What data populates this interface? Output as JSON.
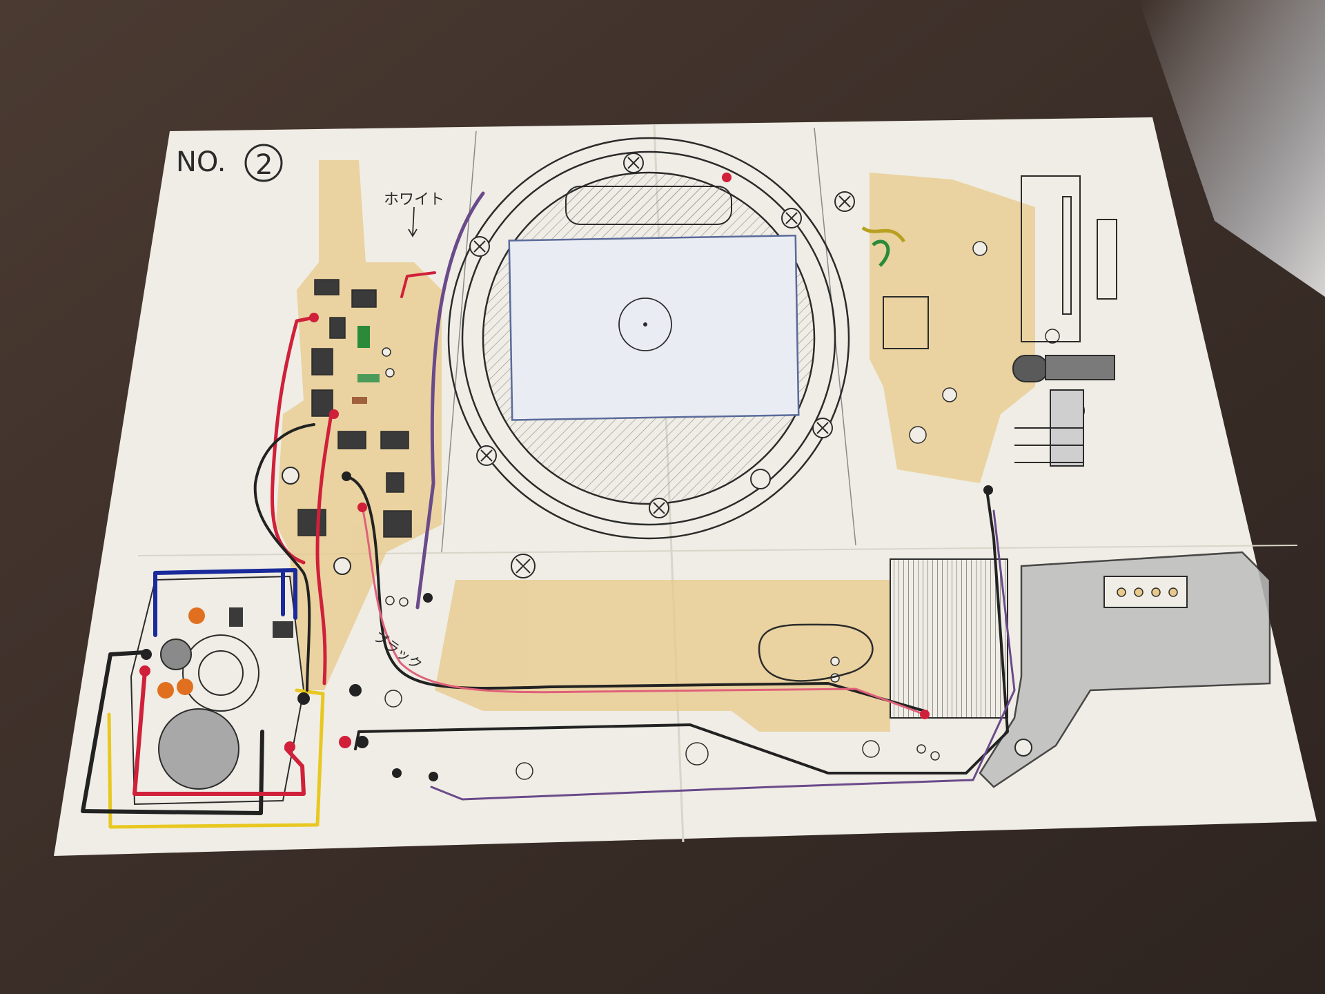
{
  "sheet": {
    "number_label": "NO.",
    "number_circled": "2",
    "annotation_white": "ホワイト",
    "annotation_black": "ブラック"
  },
  "colors": {
    "table_wood": "#3a2f2a",
    "paper": "#efede5",
    "yellow_pencil": "#e8c98a",
    "red_wire": "#d0203a",
    "pink_wire": "#e0607a",
    "black_wire": "#222222",
    "blue_wire": "#1a2a9a",
    "yellow_wire": "#e8c820",
    "purple_wire": "#6a4a8a",
    "orange_part": "#e07020",
    "green_part": "#2a8a3a"
  }
}
